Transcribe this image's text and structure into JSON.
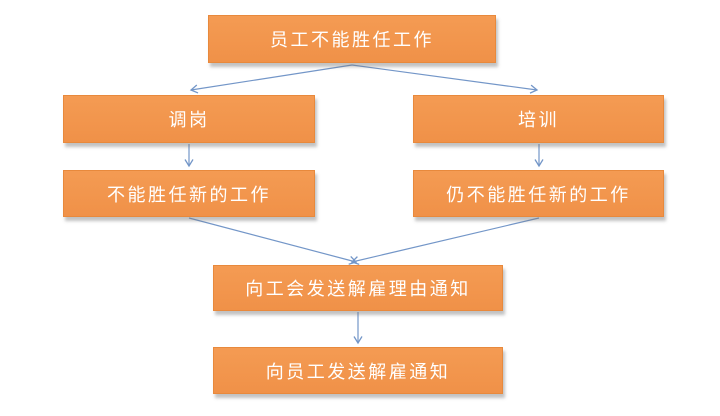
{
  "colors": {
    "background": "#FFFFFF",
    "node_fill": "#F2964A",
    "node_border": "#E8893C",
    "node_text": "#FFFFFF",
    "arrow": "#7396C8"
  },
  "flowchart": {
    "type": "flowchart",
    "nodes": [
      {
        "id": "employee-incompetent",
        "label": "员工不能胜任工作"
      },
      {
        "id": "job-transfer",
        "label": "调岗"
      },
      {
        "id": "training",
        "label": "培训"
      },
      {
        "id": "incompetent-new-job",
        "label": "不能胜任新的工作"
      },
      {
        "id": "still-incompetent-new-job",
        "label": "仍不能胜任新的工作"
      },
      {
        "id": "union-dismissal-reason-notice",
        "label": "向工会发送解雇理由通知"
      },
      {
        "id": "employee-dismissal-notice",
        "label": "向员工发送解雇通知"
      }
    ],
    "edges": [
      {
        "from": "employee-incompetent",
        "to": "job-transfer"
      },
      {
        "from": "employee-incompetent",
        "to": "training"
      },
      {
        "from": "job-transfer",
        "to": "incompetent-new-job"
      },
      {
        "from": "training",
        "to": "still-incompetent-new-job"
      },
      {
        "from": "incompetent-new-job",
        "to": "union-dismissal-reason-notice"
      },
      {
        "from": "still-incompetent-new-job",
        "to": "union-dismissal-reason-notice"
      },
      {
        "from": "union-dismissal-reason-notice",
        "to": "employee-dismissal-notice"
      }
    ]
  }
}
